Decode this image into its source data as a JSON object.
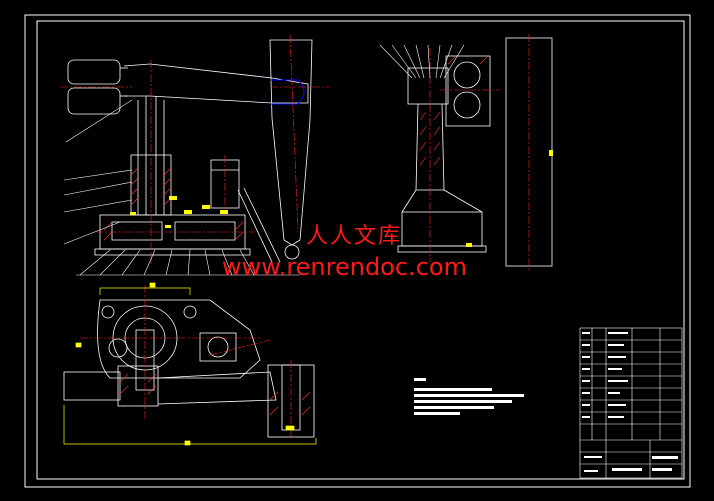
{
  "watermark": {
    "chinese_text": "人人文库",
    "url_text": "www.renrendoc.com",
    "color": "#ff1a1a"
  },
  "colors": {
    "background": "#000000",
    "lines": "#ffffff",
    "centerline": "#ff2020",
    "dimension": "#ffff00",
    "accent": "#0000ff",
    "hatch": "#ff3030"
  },
  "drawing_views": [
    "front-view",
    "side-view",
    "plan-view",
    "title-block",
    "technical-notes"
  ]
}
